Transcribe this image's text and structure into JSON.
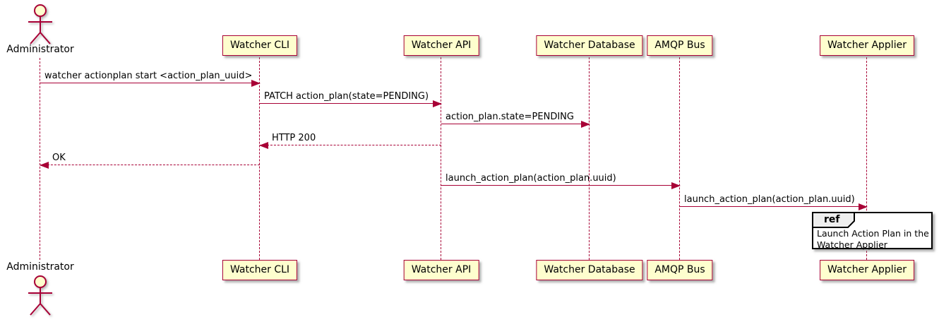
{
  "diagram_type": "uml-sequence-diagram",
  "colors": {
    "participant_fill": "#FEFECE",
    "participant_border": "#A80036",
    "lifeline": "#A80036",
    "arrow": "#A80036",
    "text": "#000000",
    "ref_fill": "#FFFFFF",
    "ref_border": "#000000",
    "ref_tab_fill": "#EEEEEE",
    "background": "#FFFFFF"
  },
  "actor": {
    "label": "Administrator"
  },
  "participants": [
    {
      "id": "watcher-cli",
      "label": "Watcher CLI"
    },
    {
      "id": "watcher-api",
      "label": "Watcher API"
    },
    {
      "id": "watcher-database",
      "label": "Watcher Database"
    },
    {
      "id": "amqp-bus",
      "label": "AMQP Bus"
    },
    {
      "id": "watcher-applier",
      "label": "Watcher Applier"
    }
  ],
  "messages": [
    {
      "from": "Administrator",
      "to": "Watcher CLI",
      "label": "watcher actionplan start <action_plan_uuid>",
      "type": "solid"
    },
    {
      "from": "Watcher CLI",
      "to": "Watcher API",
      "label": "PATCH action_plan(state=PENDING)",
      "type": "solid"
    },
    {
      "from": "Watcher API",
      "to": "Watcher Database",
      "label": "action_plan.state=PENDING",
      "type": "solid"
    },
    {
      "from": "Watcher API",
      "to": "Watcher CLI",
      "label": "HTTP 200",
      "type": "dashed-return"
    },
    {
      "from": "Watcher CLI",
      "to": "Administrator",
      "label": "OK",
      "type": "dashed-return"
    },
    {
      "from": "Watcher API",
      "to": "AMQP Bus",
      "label": "launch_action_plan(action_plan.uuid)",
      "type": "solid"
    },
    {
      "from": "AMQP Bus",
      "to": "Watcher Applier",
      "label": "launch_action_plan(action_plan.uuid)",
      "type": "solid"
    }
  ],
  "ref": {
    "keyword": "ref",
    "line1": "Launch Action Plan in the",
    "line2": "Watcher Applier"
  }
}
